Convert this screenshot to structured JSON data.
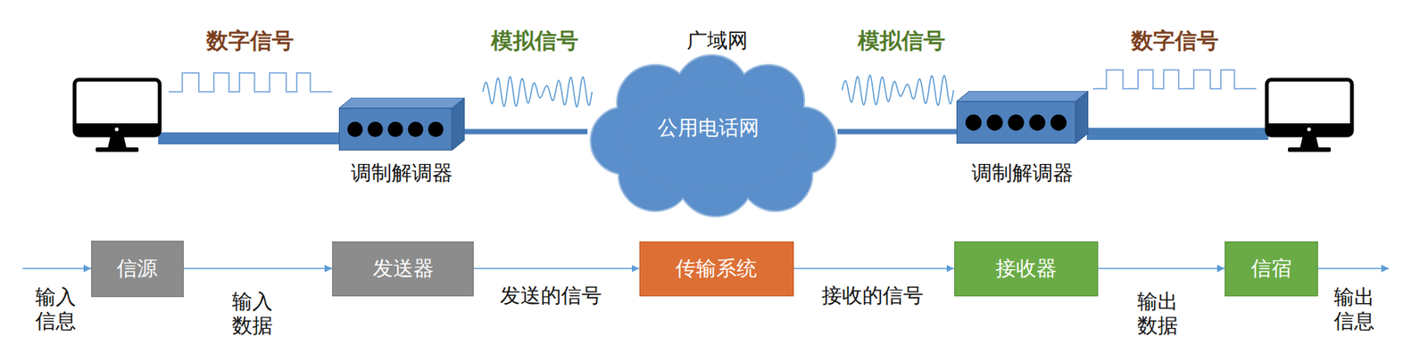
{
  "diagram": {
    "nodes": [
      {
        "text": [
          "调制解调器"
        ]
      },
      {
        "text": [
          "广域网",
          "公用电话网"
        ]
      },
      {
        "text": [
          "调制解调器"
        ]
      },
      {
        "text": [
          "信源"
        ]
      },
      {
        "text": [
          "发送器"
        ]
      },
      {
        "text": [
          "传输系统"
        ]
      },
      {
        "text": [
          "接收器"
        ]
      },
      {
        "text": [
          "信宿"
        ]
      }
    ],
    "edges": [
      {
        "from": 0,
        "to": 1,
        "arrow": "none"
      },
      {
        "from": 1,
        "to": 2,
        "arrow": "none"
      },
      {
        "from": 3,
        "to": 4,
        "arrow": "to",
        "label": "输入数据"
      },
      {
        "from": 4,
        "to": 5,
        "arrow": "to",
        "label": "发送的信号"
      },
      {
        "from": 5,
        "to": 6,
        "arrow": "to",
        "label": "接收的信号"
      },
      {
        "from": 6,
        "to": 7,
        "arrow": "to",
        "label": "输出数据"
      }
    ],
    "labels": [
      "数字信号",
      "模拟信号",
      "模拟信号",
      "数字信号",
      "输入信息",
      "输出信息"
    ]
  }
}
